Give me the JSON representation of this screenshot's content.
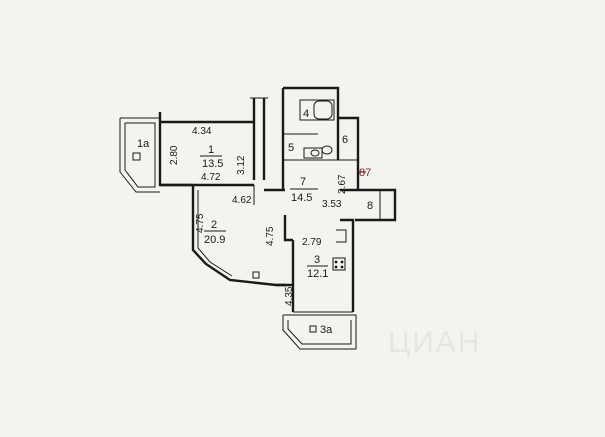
{
  "rooms": [
    {
      "number": "1",
      "area": "13.5",
      "dims": [
        "4.34",
        "2.80",
        "3.12",
        "4.72"
      ]
    },
    {
      "number": "2",
      "area": "20.9",
      "dims": [
        "4.75",
        "4.62",
        "4.75"
      ]
    },
    {
      "number": "3",
      "area": "12.1",
      "dims": [
        "2.79",
        "4.35"
      ]
    },
    {
      "number": "4"
    },
    {
      "number": "5"
    },
    {
      "number": "6"
    },
    {
      "number": "7",
      "area": "14.5",
      "dims": [
        "2.67",
        "3.53"
      ]
    },
    {
      "number": "8"
    },
    {
      "number": "1а"
    },
    {
      "number": "3а"
    }
  ],
  "marker": "87",
  "watermark": "ЦИАН"
}
